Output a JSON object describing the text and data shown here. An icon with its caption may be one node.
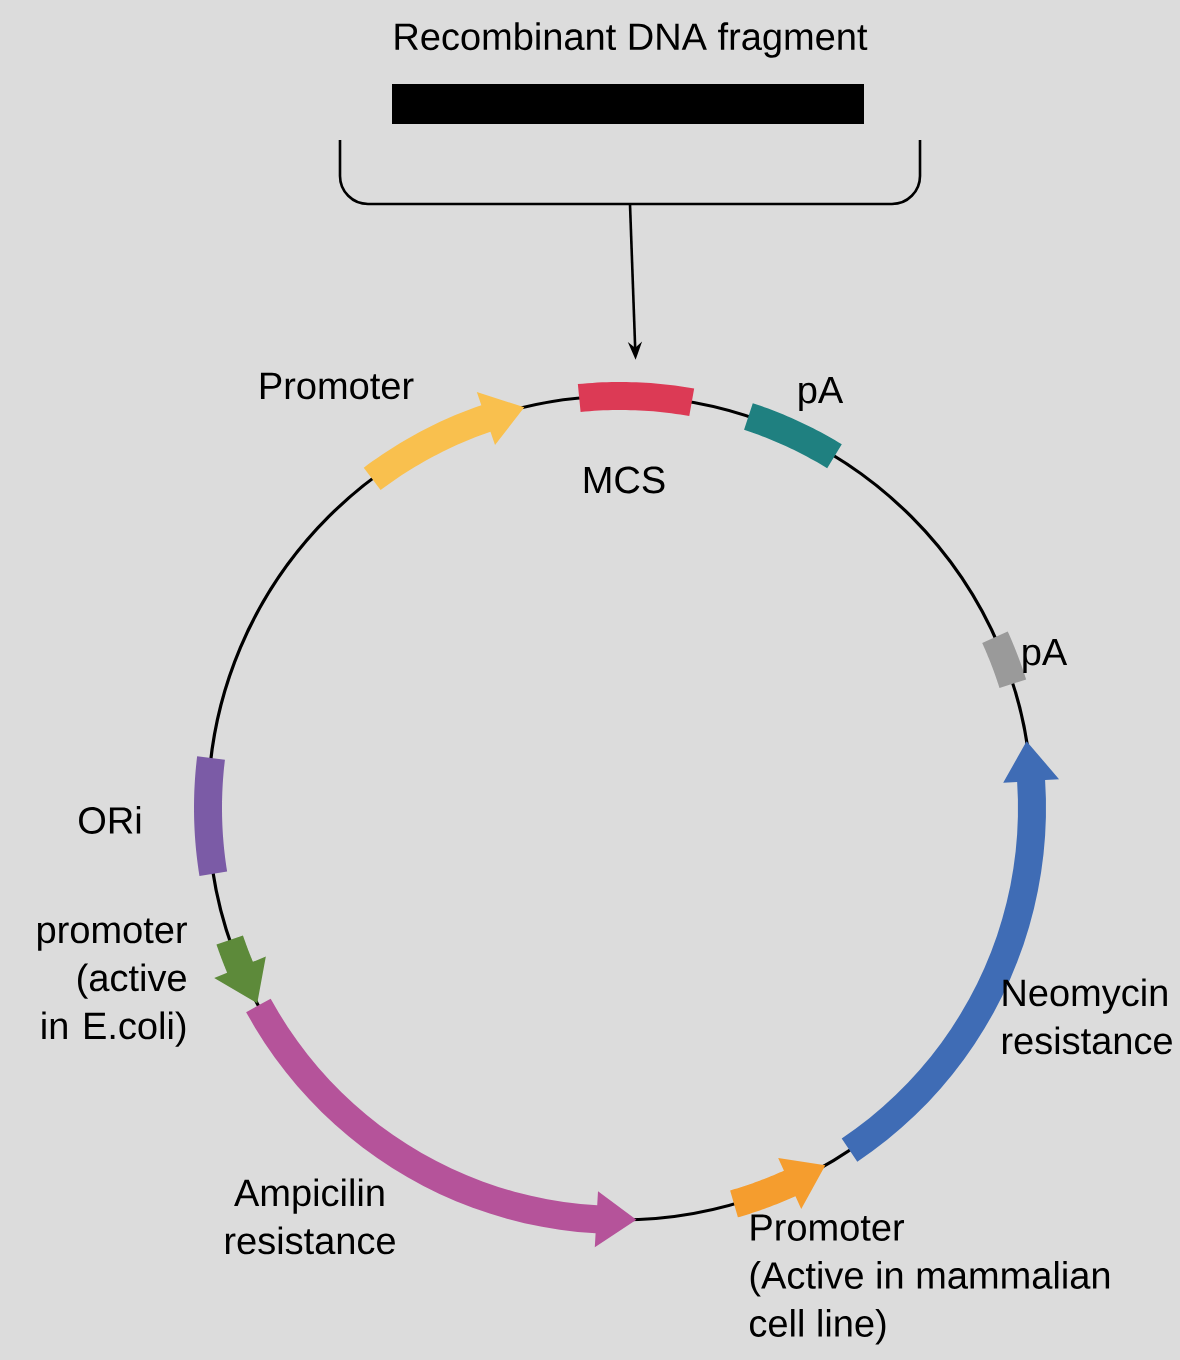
{
  "diagram": {
    "nodes": [
      {
        "text": [
          "Recombinant DNA fragment"
        ]
      },
      {
        "text": [
          "Promoter"
        ]
      },
      {
        "text": [
          "MCS"
        ]
      },
      {
        "text": [
          "pA"
        ]
      },
      {
        "text": [
          "pA"
        ]
      },
      {
        "text": [
          "ORi"
        ]
      },
      {
        "text": [
          "promoter (active in E.coli)"
        ]
      },
      {
        "text": [
          "Neomycin resistance"
        ]
      },
      {
        "text": [
          "Ampicilin resistance"
        ]
      },
      {
        "text": [
          "Promoter (Active in mammalian cell line)"
        ]
      }
    ],
    "edges": [
      {
        "from": 0,
        "to": 2,
        "arrow": "to"
      }
    ]
  }
}
